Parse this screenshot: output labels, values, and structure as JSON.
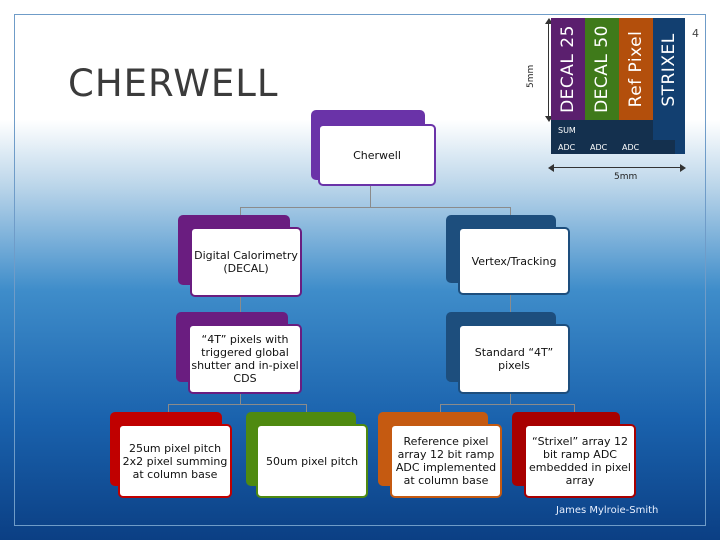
{
  "slide": {
    "title": "CHERWELL",
    "page_number": "4",
    "author": "James Mylroie-Smith"
  },
  "sensor_diagram": {
    "columns": [
      "DECAL 25",
      "DECAL 50",
      "Ref Pixel",
      "STRIXEL"
    ],
    "sum_label": "SUM",
    "adc_labels": [
      "ADC",
      "ADC",
      "ADC"
    ],
    "vertical_dim": "5mm",
    "horizontal_dim": "5mm",
    "colors": {
      "decal25": "#5b1f6e",
      "decal50": "#3f7a1a",
      "ref_pixel": "#b34f0c",
      "strixel": "#123f70",
      "strip": "#14304e"
    }
  },
  "tree": {
    "root": "Cherwell",
    "branch_left": "Digital Calorimetry (DECAL)",
    "branch_right": "Vertex/Tracking",
    "sub_left": "“4T” pixels with triggered global shutter and in-pixel CDS",
    "sub_right": "Standard “4T” pixels",
    "leaves": [
      "25um pixel pitch 2x2 pixel summing at column base",
      "50um pixel pitch",
      "Reference pixel array 12 bit ramp ADC implemented at column base",
      "“Strixel” array 12 bit ramp ADC embedded in pixel array"
    ],
    "colors": {
      "root": "#6a33a8",
      "decal": "#6a1d80",
      "vertex": "#1d4e7d",
      "red": "#c00000",
      "green": "#4f8a10",
      "orange": "#c55a11",
      "darkred": "#a80000"
    }
  }
}
